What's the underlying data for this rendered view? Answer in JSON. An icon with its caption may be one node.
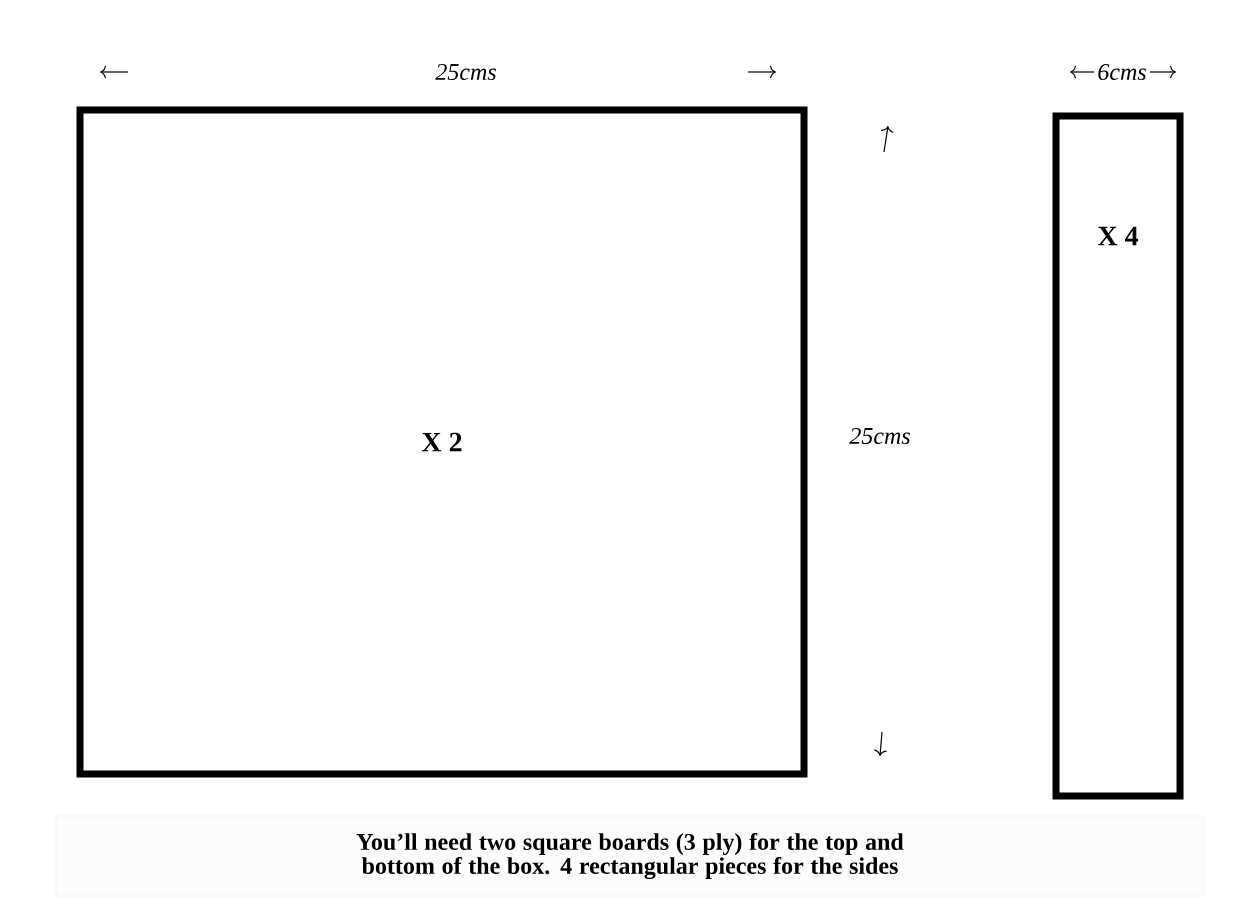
{
  "diagram": {
    "caption": "You’ll need two square boards (3 ply) for the top and bottom of the box.  4 rectangular pieces for the sides",
    "nodes": [
      {
        "text": [
          "X 2"
        ]
      },
      {
        "text": [
          "X 4"
        ]
      }
    ],
    "edges": [],
    "labels": [
      "25cms",
      "6cms",
      "25cms"
    ]
  }
}
